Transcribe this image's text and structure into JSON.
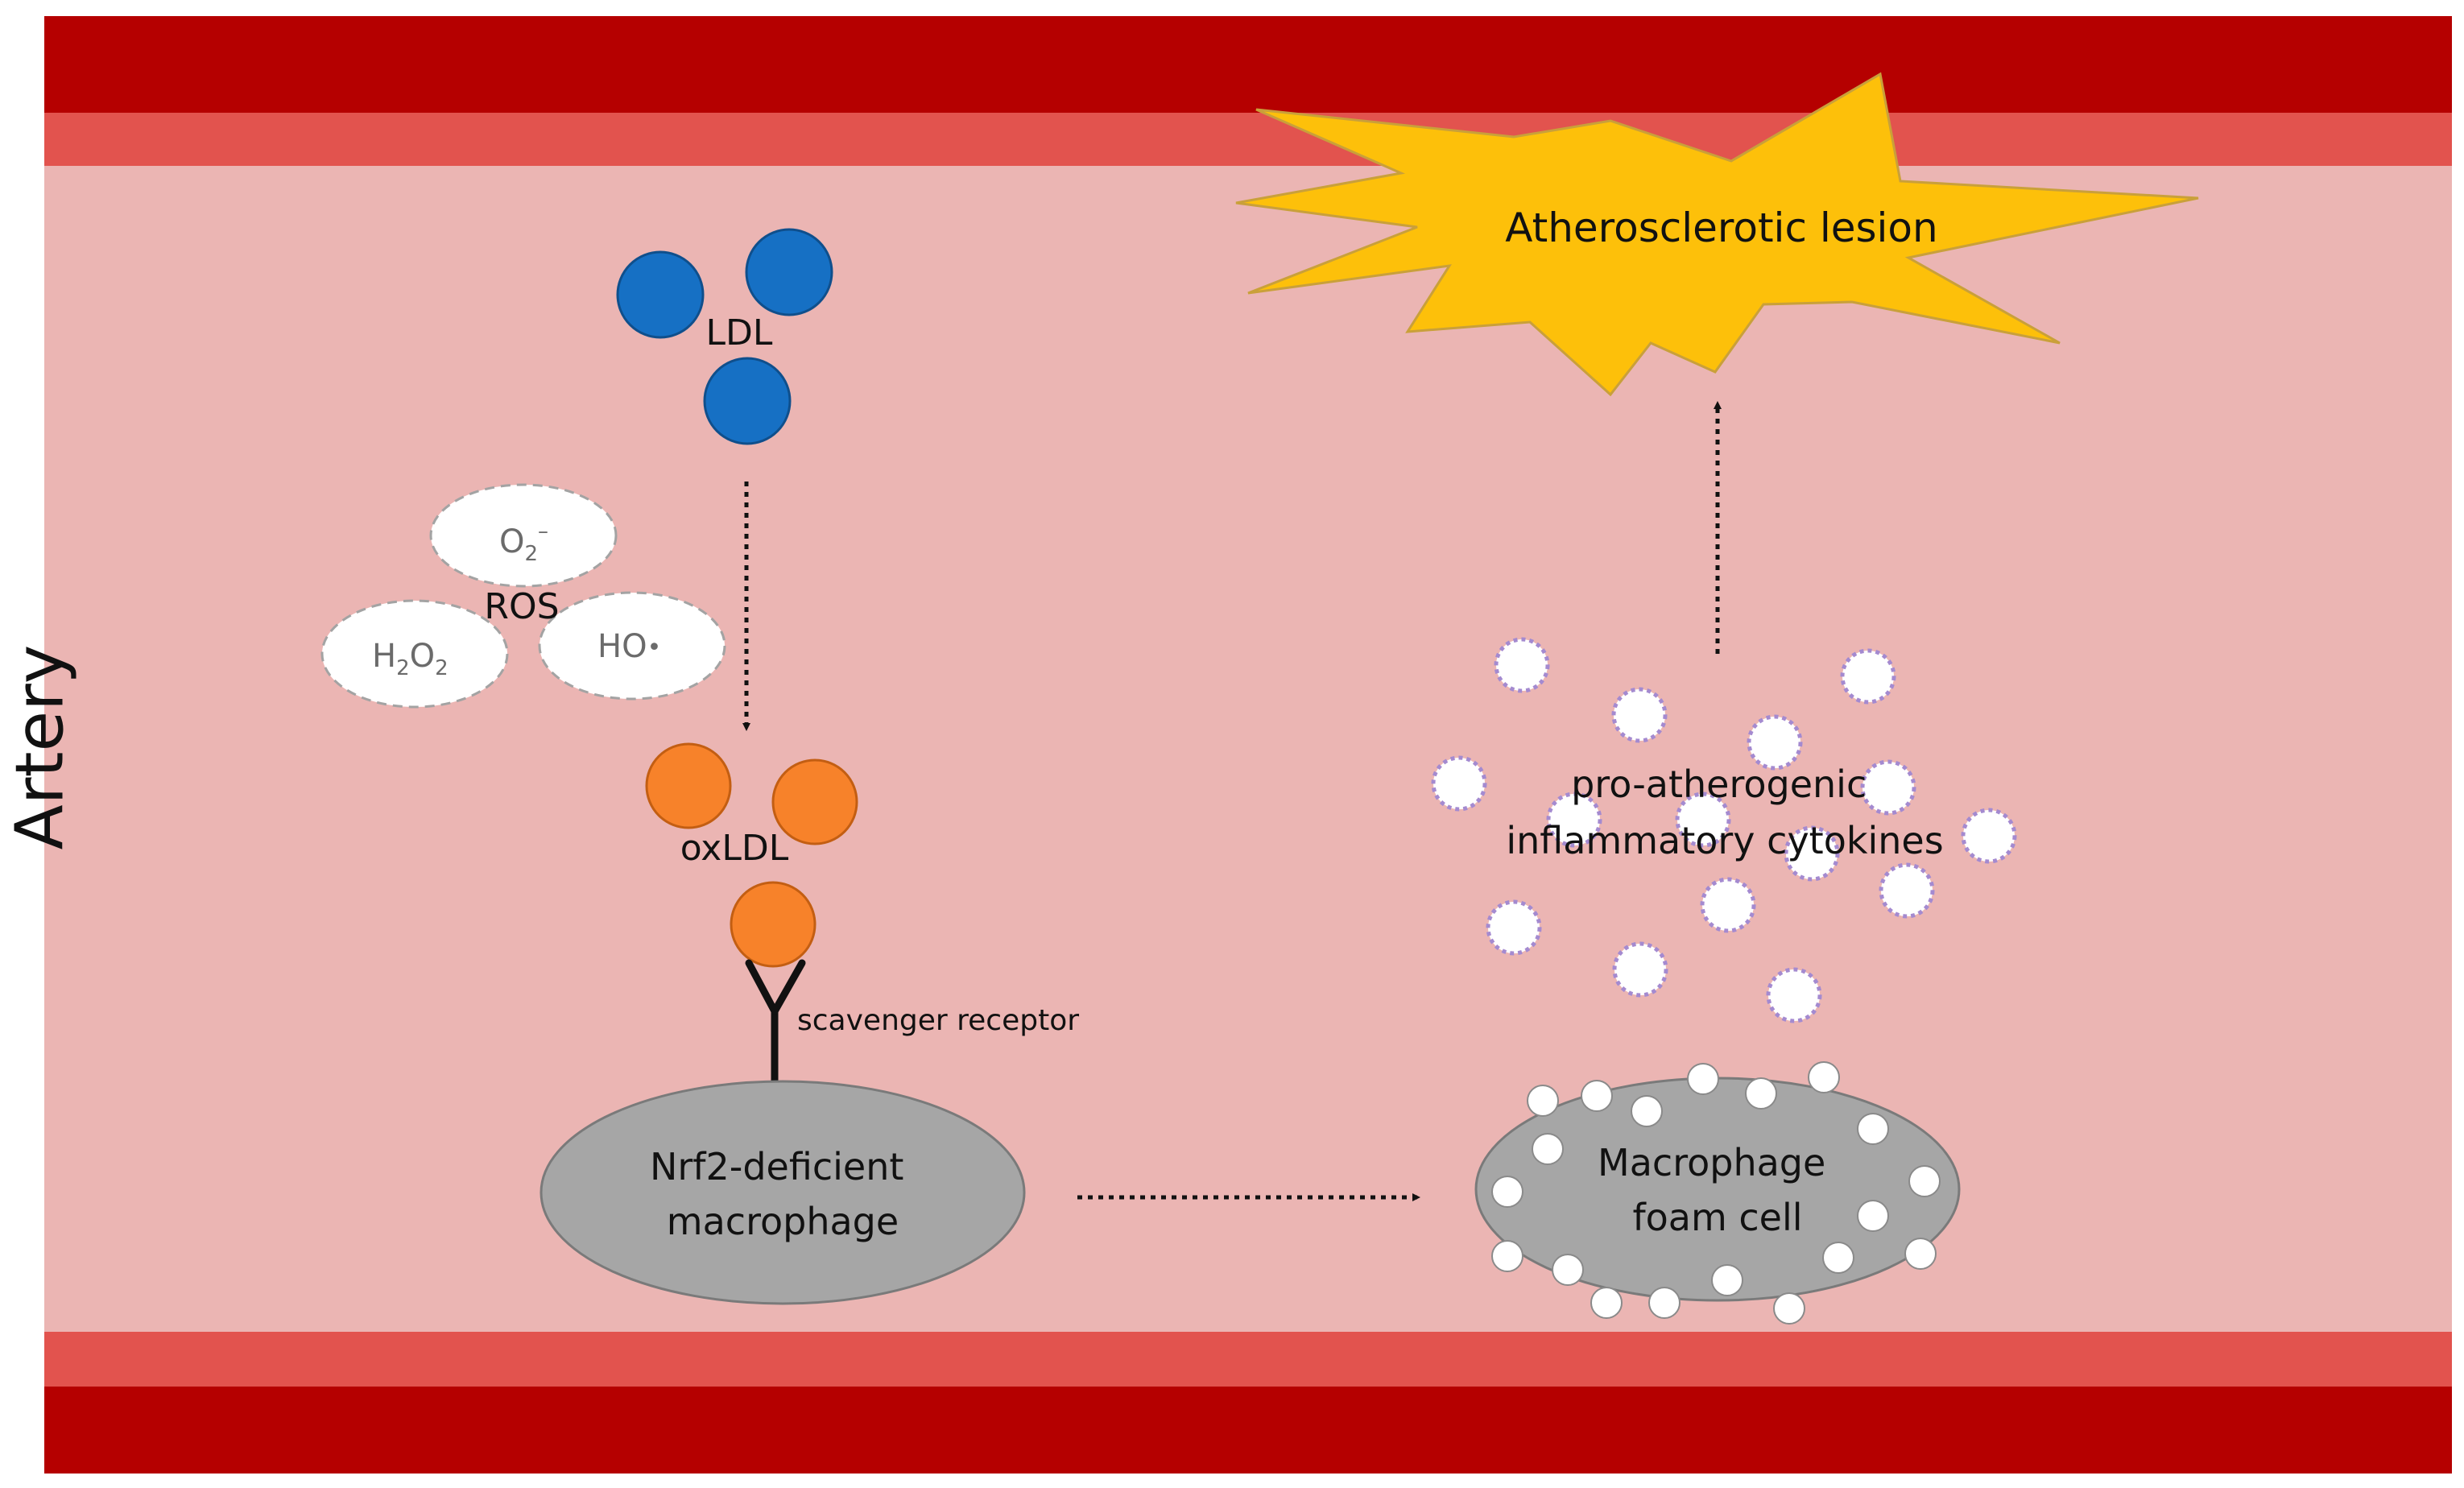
{
  "side_label": "Artery",
  "ldl_label": "LDL",
  "ros": {
    "label": "ROS",
    "species": [
      {
        "base": "O",
        "sub": "2",
        "sup": "–"
      },
      {
        "base": "H",
        "sub": "2",
        "mid": "O",
        "sub2": "2"
      },
      {
        "base": "HO",
        "radical": "•"
      }
    ]
  },
  "oxldl_label": "oxLDL",
  "receptor_label": "scavenger receptor",
  "macrophage": {
    "line1": "Nrf2-deficient",
    "line2": "macrophage"
  },
  "foam_cell": {
    "line1": "Macrophage",
    "line2": "foam cell"
  },
  "cytokines": {
    "line1": "pro-atherogenic",
    "line2": "inflammatory cytokines"
  },
  "lesion_label": "Atherosclerotic lesion",
  "colors": {
    "vessel_outer": "#b50000",
    "vessel_inner": "#e2534e",
    "lumen": "#ebb5b3",
    "ldl": "#1670c4",
    "oxldl": "#f7822a",
    "macrophage": "#a6a6a6",
    "lesion": "#fdc00a",
    "cytokine_border": "#a48ad0"
  }
}
